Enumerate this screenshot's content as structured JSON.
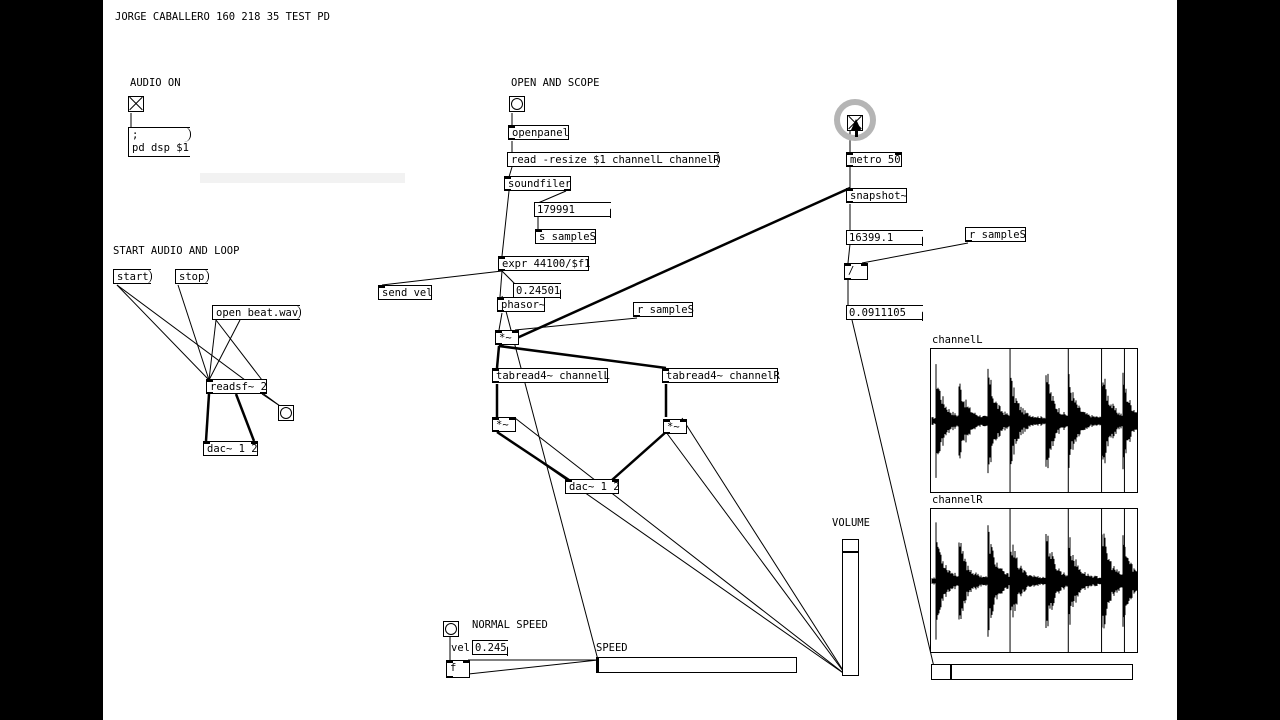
{
  "patch_title": "JORGE CABALLERO 160 218 35 TEST PD",
  "comments": {
    "audio_on": "AUDIO ON",
    "open_and_scope": "OPEN AND SCOPE",
    "start_audio_and_loop": "START AUDIO AND LOOP",
    "volume": "VOLUME",
    "normal_speed": "NORMAL SPEED",
    "speed": "SPEED",
    "vel": "vel"
  },
  "messages": {
    "dsp_semicolon": ";",
    "dsp": "pd dsp $1",
    "start": "start",
    "stop": "stop",
    "open_beat": "open beat.wav",
    "read_resize": "read -resize $1 channelL channelR"
  },
  "objects": {
    "readsf": "readsf~ 2",
    "dac_left": "dac~ 1 2",
    "openpanel": "openpanel",
    "soundfiler": "soundfiler",
    "s_sampleS": "s sampleS",
    "expr": "expr 44100/$f1",
    "send_vel": "send vel",
    "phasor": "phasor~",
    "r_sampleS_1": "r sampleS",
    "mult_sig": "*~",
    "tabread_L": "tabread4~ channelL",
    "tabread_R": "tabread4~ channelR",
    "mult_L": "*~",
    "mult_R": "*~",
    "dac_center": "dac~ 1 2",
    "metro": "metro 50",
    "snapshot": "snapshot~",
    "divide": "/",
    "r_sampleS_2": "r sampleS",
    "float": "f"
  },
  "numbers": {
    "samples": "179991",
    "freq": "0.24501",
    "snapshot_val": "16399.1",
    "position_val": "0.0911105",
    "vel_val": "0.245"
  },
  "arrays": {
    "left_name": "channelL",
    "right_name": "channelR"
  },
  "sliders": {
    "speed_value": 0,
    "volume_value": 0.92,
    "position_value": 0.09
  }
}
